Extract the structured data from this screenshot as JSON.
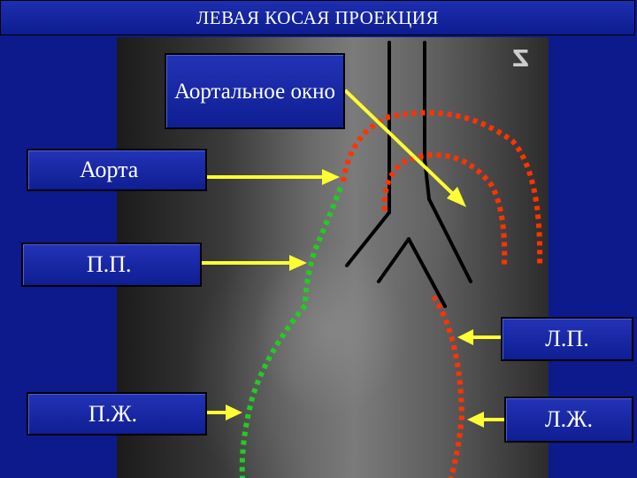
{
  "slide": {
    "title": "ЛЕВАЯ  КОСАЯ  ПРОЕКЦИЯ",
    "xray_marker": "Z"
  },
  "labels": {
    "aortic_window": "Аортальное окно",
    "aorta": "Аорта",
    "right_atrium": "П.П.",
    "left_atrium": "Л.П.",
    "right_ventricle": "П.Ж.",
    "left_ventricle": "Л.Ж."
  },
  "colors": {
    "background": "#0c1a8c",
    "box_fill": "#1a2aa8",
    "arrow": "#ffff33",
    "contour_red": "#ff3300",
    "contour_green": "#33cc33",
    "airway_outline": "#000000"
  }
}
